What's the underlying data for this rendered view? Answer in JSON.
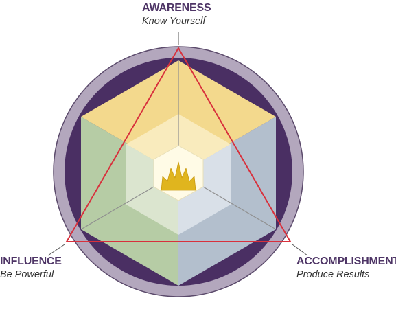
{
  "awareness": {
    "title": "AWARENESS",
    "subtitle": "Know Yourself"
  },
  "influence": {
    "title": "INFLUENCE",
    "subtitle": "Be Powerful"
  },
  "accomplishment": {
    "title": "ACCOMPLISHMENT",
    "subtitle": "Produce Results"
  },
  "colors": {
    "outer_ring": "#b3a7bd",
    "ring_outline": "#5b4a6b",
    "dark_band": "#4a2f63",
    "top_outer": "#f3d98d",
    "top_inner": "#f9ebbd",
    "left_outer": "#b6cca5",
    "left_inner": "#dbe5cf",
    "right_outer": "#b3bfcd",
    "right_inner": "#d9e0e8",
    "center_hex": "#fffbe6",
    "crown": "#e0b51e",
    "triangle": "#d8303c",
    "divider": "#8f8f8f"
  },
  "icons": [
    "crown-icon"
  ]
}
